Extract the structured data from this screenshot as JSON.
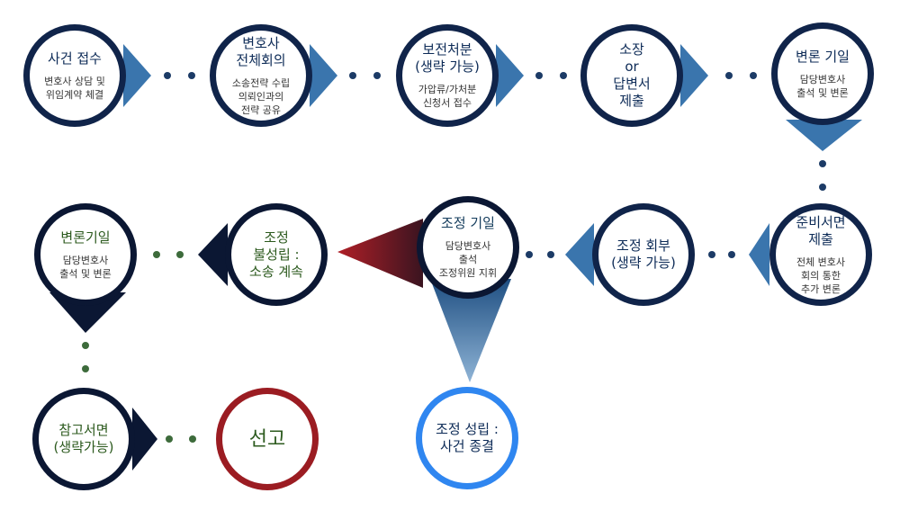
{
  "colors": {
    "navy": "#10244a",
    "steel": "#3a75ad",
    "black_navy": "#0b1733",
    "crimson": "#9b1c22",
    "bright_blue": "#2f86f0",
    "dot_blue": "#1c3b66",
    "dot_green": "#3d6b3b",
    "maroon": "#5e1622",
    "title_blue": "#0d2b57",
    "title_green": "#2c5a1e"
  },
  "steps": {
    "case_intake": {
      "title": "사건 접수",
      "sub": "변호사 상담 및\n위임계약 체결"
    },
    "lawyer_meeting": {
      "title": "변호사\n전체회의",
      "sub": "소송전략 수립\n의뢰인과의\n전략 공유"
    },
    "preservation": {
      "title": "보전처분\n(생략 가능)",
      "sub": "가압류/가처분\n신청서 접수"
    },
    "complaint": {
      "title": "소장\nor\n답변서\n제출"
    },
    "hearing_1": {
      "title": "변론 기일",
      "sub": "담당변호사\n출석 및 변론"
    },
    "brief": {
      "title": "준비서면\n제출",
      "sub": "전체 변호사\n회의 통한\n추가 변론"
    },
    "mediation_referral": {
      "title": "조정 회부\n(생략 가능)"
    },
    "mediation_date": {
      "title": "조정 기일",
      "sub": "담당변호사\n출석\n조정위원 지휘"
    },
    "mediation_fail": {
      "title": "조정\n불성립 :\n소송 계속"
    },
    "hearing_2": {
      "title": "변론기일",
      "sub": "담당변호사\n출석 및 변론"
    },
    "reference_brief": {
      "title": "참고서면\n(생략가능)"
    },
    "verdict": {
      "title": "선고"
    },
    "mediation_success": {
      "title": "조정 성립 :\n사건 종결"
    }
  }
}
